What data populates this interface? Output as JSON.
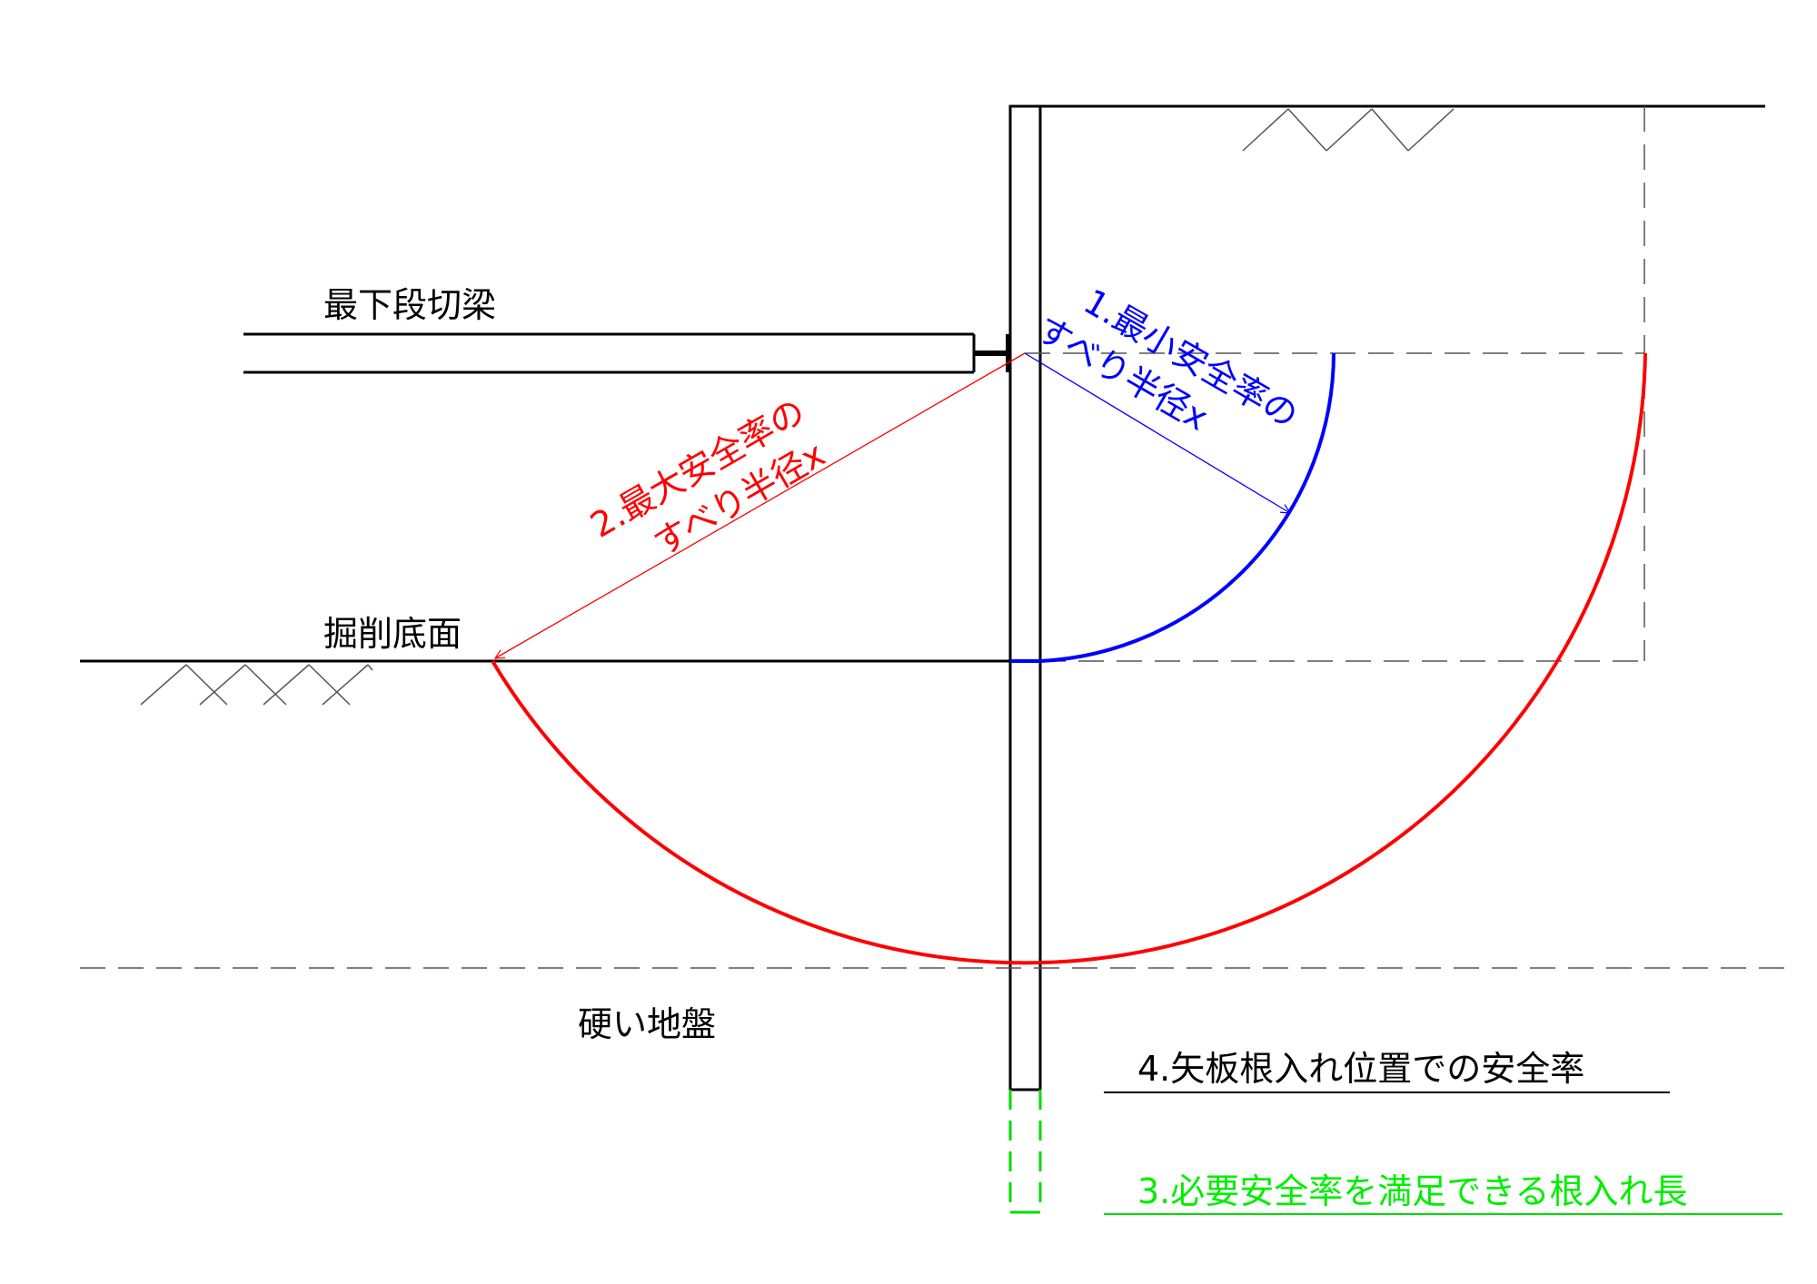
{
  "labels": {
    "bottom_strut": "最下段切梁",
    "excavation_bottom": "掘削底面",
    "hard_ground": "硬い地盤",
    "min_radius_line1": "1.最小安全率の",
    "min_radius_line2": "すべり半径x",
    "max_radius_line1": "2.最大安全率の",
    "max_radius_line2": "すべり半径x",
    "required_embedment": "3.必要安全率を満足できる根入れ長",
    "sheet_pile_safety": "4.矢板根入れ位置での安全率"
  },
  "colors": {
    "structure": "#000000",
    "min_circle": "#0000ff",
    "max_circle": "#ff0000",
    "embedment": "#00ff00",
    "guide_dashed": "#555555"
  }
}
